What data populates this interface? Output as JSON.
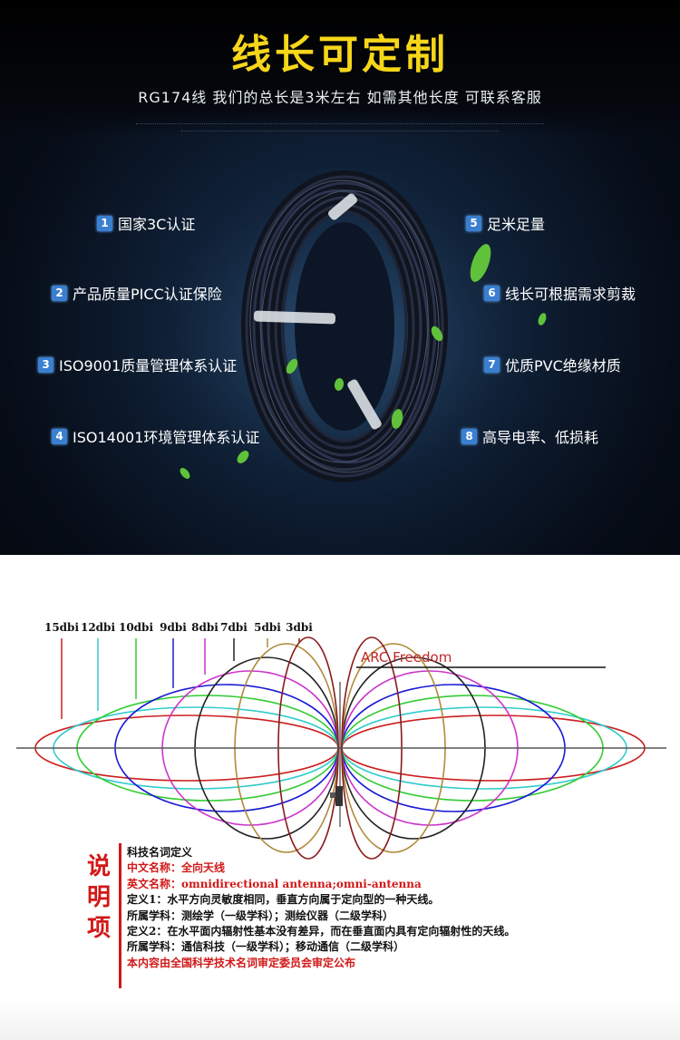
{
  "banner": {
    "title": "线长可定制",
    "subtitle": "RG174线 我们的总长是3米左右 如需其他长度 可联系客服"
  },
  "features_left": [
    {
      "num": "1",
      "label": "国家3C认证"
    },
    {
      "num": "2",
      "label": "产品质量PICC认证保险"
    },
    {
      "num": "3",
      "label": "ISO9001质量管理体系认证"
    },
    {
      "num": "4",
      "label": "ISO14001环境管理体系认证"
    }
  ],
  "features_right": [
    {
      "num": "5",
      "label": "足米足量"
    },
    {
      "num": "6",
      "label": "线长可根据需求剪裁"
    },
    {
      "num": "7",
      "label": "优质PVC绝缘材质"
    },
    {
      "num": "8",
      "label": "高导电率、低损耗"
    }
  ],
  "diagram": {
    "brand": "ARC Freedom",
    "gains": [
      {
        "label": "15dbi",
        "color": "#cc1f1f"
      },
      {
        "label": "12dbi",
        "color": "#33cccc"
      },
      {
        "label": "10dbi",
        "color": "#33cc33"
      },
      {
        "label": "9dbi",
        "color": "#1a1ad6"
      },
      {
        "label": "8dbi",
        "color": "#cc33cc"
      },
      {
        "label": "7dbi",
        "color": "#222222"
      },
      {
        "label": "5dbi",
        "color": "#b08a3a"
      },
      {
        "label": "3dbi",
        "color": "#8a1a1a"
      }
    ]
  },
  "definition": {
    "side_chars": [
      "说",
      "明",
      "项"
    ],
    "heading": "科技名词定义",
    "cn_name": "中文名称：全向天线",
    "en_name": "英文名称：omnidirectional antenna;omni-antenna",
    "def1": "定义1：水平方向灵敏度相同，垂直方向属于定向型的一种天线。",
    "subject1": "所属学科：测绘学（一级学科）；测绘仪器（二级学科）",
    "def2": "定义2：在水平面内辐射性基本没有差异，而在垂直面内具有定向辐射性的天线。",
    "subject2": "所属学科：通信科技（一级学科）；移动通信（二级学科）",
    "source": "本内容由全国科学技术名词审定委员会审定公布"
  }
}
